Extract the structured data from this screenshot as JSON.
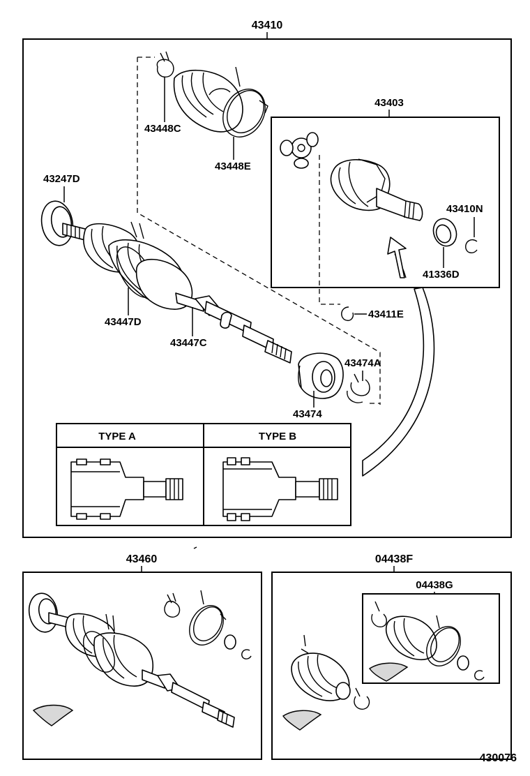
{
  "labels": {
    "assembly_main": "43410",
    "boot_clamp_c": "43448C",
    "boot_clamp_e": "43448E",
    "dust_deflector": "43247D",
    "inboard_joint": "43403",
    "snap_ring_n": "43410N",
    "oil_seal": "41336D",
    "snap_ring_e": "43411E",
    "boot_d": "43447D",
    "boot_c": "43447C",
    "clamp_a": "43474A",
    "damper": "43474",
    "assembly_alt": "43460",
    "boot_kit_f": "04438F",
    "boot_kit_g": "04438G",
    "figure_number": "430076"
  },
  "types": {
    "type_a": "TYPE A",
    "type_b": "TYPE B"
  }
}
